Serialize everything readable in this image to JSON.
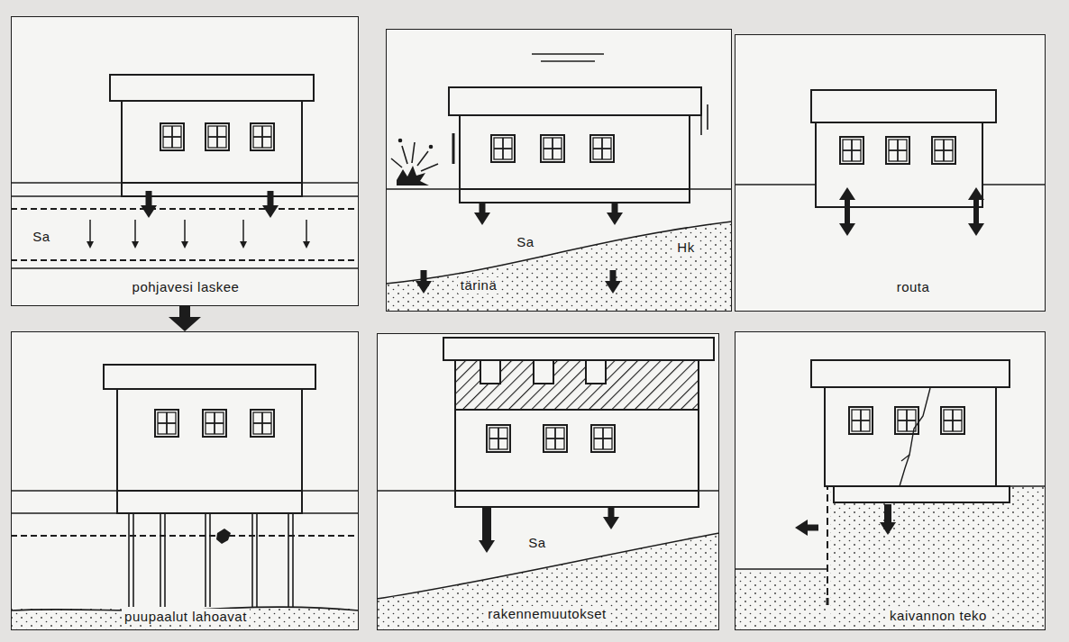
{
  "diagram": {
    "nodes": [
      {
        "text": [
          "Sa",
          "pohjavesi laskee"
        ]
      },
      {
        "text": [
          "Sa",
          "Hk",
          "tärinä"
        ]
      },
      {
        "text": [
          "routa"
        ]
      },
      {
        "text": [
          "puupaalut lahoavat"
        ]
      },
      {
        "text": [
          "Sa",
          "rakennemuutokset"
        ]
      },
      {
        "text": [
          "kaivannon teko"
        ]
      }
    ],
    "edges": [
      {
        "from": 0,
        "to": 3,
        "arrow": "to"
      }
    ]
  }
}
